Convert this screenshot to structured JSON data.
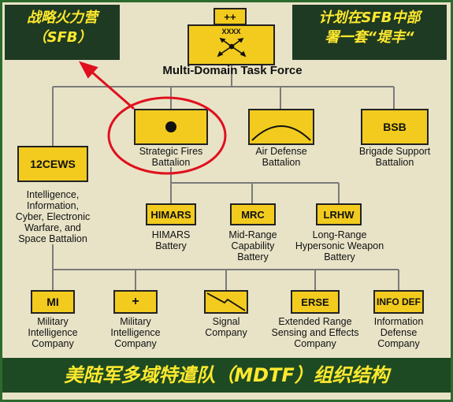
{
  "callouts": {
    "left": {
      "line1": "战略火力营",
      "line2": "（SFB）"
    },
    "right": {
      "line1": "计划在SFB中部",
      "line2": "署一套“堤丰“"
    }
  },
  "mdtf": {
    "echelon": "++",
    "size": "XXXX",
    "label": "Multi-Domain Task Force"
  },
  "battalions": {
    "sfb": {
      "line1": "Strategic Fires",
      "line2": "Battalion"
    },
    "air_defense": {
      "line1": "Air Defense",
      "line2": "Battalion"
    },
    "bsb": {
      "code": "BSB",
      "line1": "Brigade Support",
      "line2": "Battalion"
    },
    "cews": {
      "code": "12CEWS",
      "lines": [
        "Intelligence,",
        "Information,",
        "Cyber, Electronic",
        "Warfare, and",
        "Space Battalion"
      ]
    }
  },
  "batteries": {
    "himars": {
      "code": "HIMARS",
      "line1": "HIMARS",
      "line2": "Battery"
    },
    "mrc": {
      "code": "MRC",
      "line1": "Mid-Range",
      "line2": "Capability",
      "line3": "Battery"
    },
    "lrhw": {
      "code": "LRHW",
      "line1": "Long-Range",
      "line2": "Hypersonic Weapon",
      "line3": "Battery"
    }
  },
  "companies": {
    "mi": {
      "code": "MI",
      "line1": "Military",
      "line2": "Intelligence",
      "line3": "Company"
    },
    "mi2": {
      "code": "+",
      "line1": "Military",
      "line2": "Intelligence",
      "line3": "Company"
    },
    "signal": {
      "line1": "Signal",
      "line2": "Company"
    },
    "erse": {
      "code": "ERSE",
      "line1": "Extended Range",
      "line2": "Sensing and Effects",
      "line3": "Company"
    },
    "info_def": {
      "code": "INFO DEF",
      "line1": "Information",
      "line2": "Defense",
      "line3": "Company"
    }
  },
  "banner": {
    "title": "美陆军多域特遣队（MDTF）组织结构"
  },
  "colors": {
    "box_fill": "#f2cb1e",
    "callout_text": "#ffe92e",
    "highlight_circle": "#e0101e",
    "banner_bg": "#1d4a22"
  }
}
